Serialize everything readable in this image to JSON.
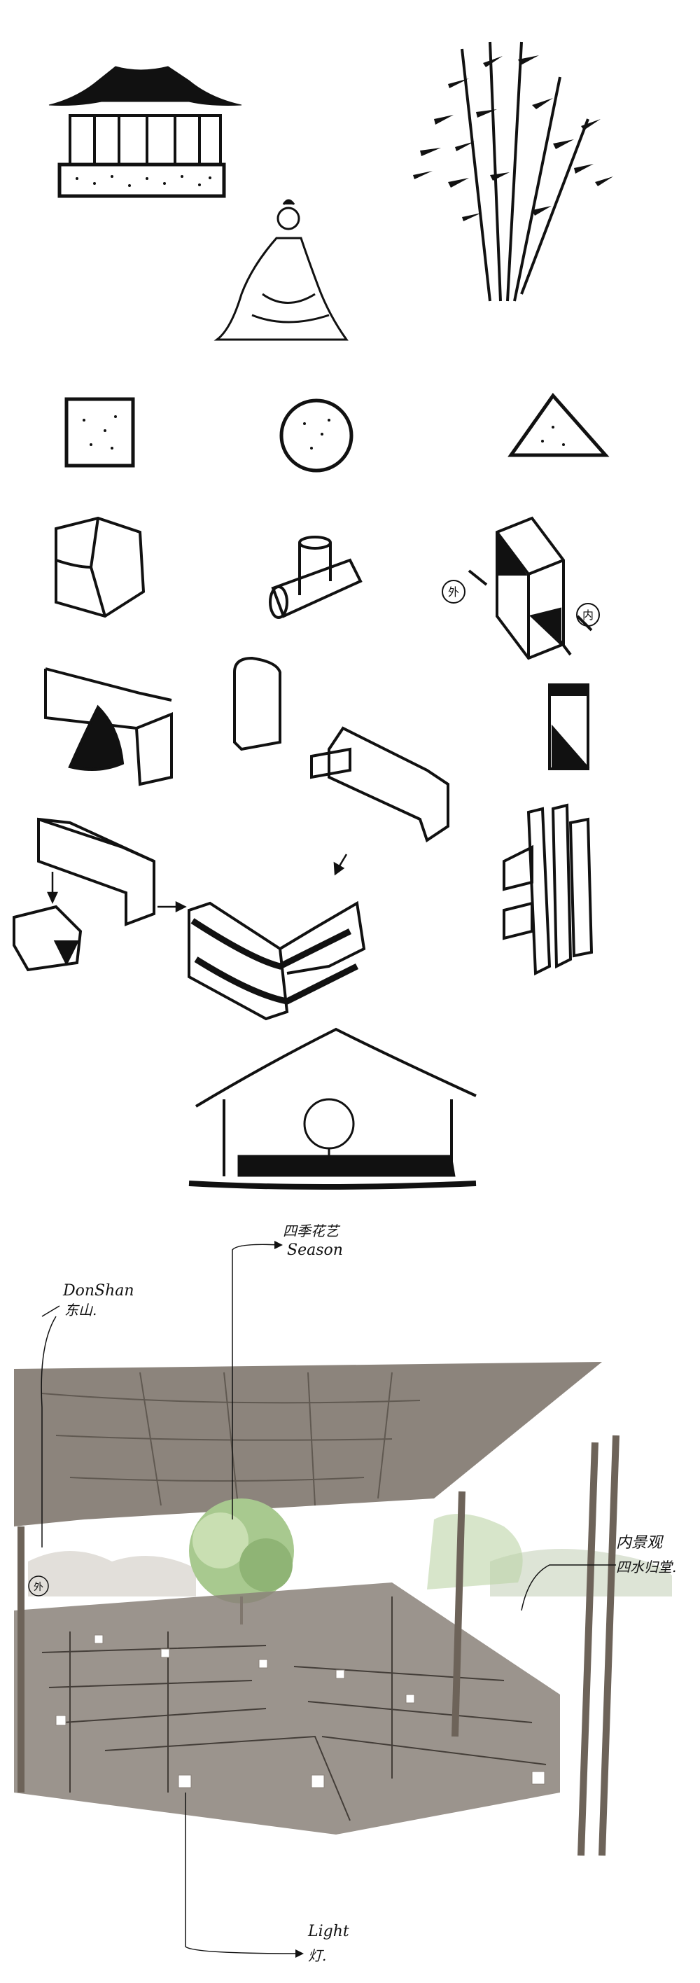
{
  "annotations": {
    "dongshan_line1": "DonShan",
    "dongshan_line2": "东山.",
    "season_line1": "四季花艺",
    "season_line2": "Season",
    "outer_mark": "外",
    "inner_mark": "内",
    "inner_view_line1": "内景观",
    "inner_view_line2": "四水归堂.",
    "light_line1": "Light",
    "light_line2": "灯."
  },
  "colors": {
    "ink": "#111111",
    "roof_wash": "#7f776e",
    "floor_wash": "#8a8179",
    "tree_green": "#a8c98f",
    "paper": "#ffffff"
  }
}
